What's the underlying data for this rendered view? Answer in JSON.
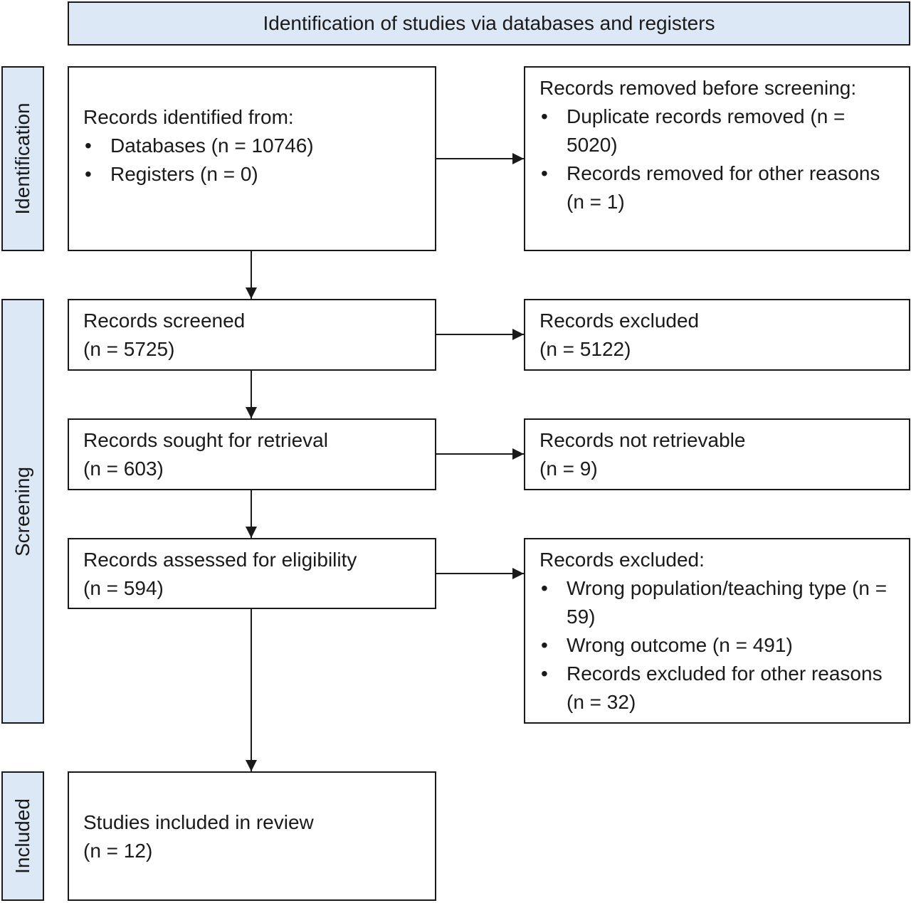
{
  "header": {
    "title": "Identification of studies via databases and registers"
  },
  "stages": {
    "identification": "Identification",
    "screening": "Screening",
    "included": "Included"
  },
  "identified": {
    "heading": "Records identified from:",
    "items": [
      "Databases (n = 10746)",
      "Registers (n = 0)"
    ]
  },
  "removed": {
    "heading": "Records removed before screening:",
    "items": [
      "Duplicate records removed (n = 5020)",
      "Records removed for other reasons (n = 1)"
    ]
  },
  "screened": {
    "label": "Records screened",
    "count": "(n = 5725)"
  },
  "excluded1": {
    "label": "Records excluded",
    "count": "(n = 5122)"
  },
  "sought": {
    "label": "Records sought for retrieval",
    "count": "(n = 603)"
  },
  "not_retrievable": {
    "label": "Records not retrievable",
    "count": "(n = 9)"
  },
  "assessed": {
    "label": "Records assessed for eligibility",
    "count": "(n = 594)"
  },
  "excluded2": {
    "heading": "Records excluded:",
    "items": [
      "Wrong population/teaching type (n = 59)",
      "Wrong outcome (n = 491)",
      "Records excluded for other reasons (n = 32)"
    ]
  },
  "included": {
    "label": "Studies included in review",
    "count": "(n = 12)"
  }
}
